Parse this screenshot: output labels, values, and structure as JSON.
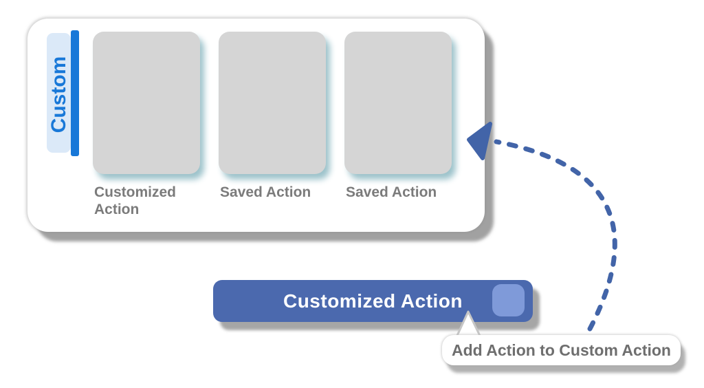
{
  "colors": {
    "accent_blue": "#1878d8",
    "tab_bg": "#dbe9f8",
    "card_gray": "#d5d5d5",
    "card_shadow": "#9dc3cb",
    "bar_blue": "#4b69ae",
    "bar_thumb_blue": "#7f9ad9",
    "arrow": "#4264a8",
    "label_gray": "#7b7b7b",
    "tooltip_text": "#6e6e6e"
  },
  "panel": {
    "tab_label": "Custom",
    "cards": [
      {
        "label": "Customized Action"
      },
      {
        "label": "Saved Action"
      },
      {
        "label": "Saved Action"
      }
    ]
  },
  "action_bar": {
    "label": "Customized Action"
  },
  "tooltip": {
    "text": "Add Action to Custom Action"
  }
}
